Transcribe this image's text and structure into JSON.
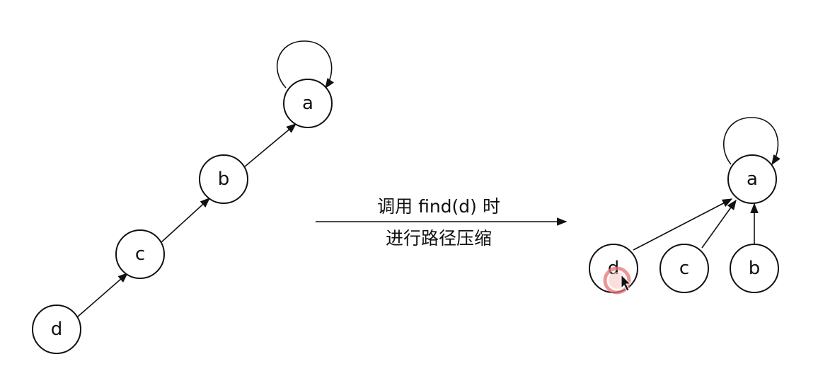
{
  "before": {
    "nodes": [
      {
        "id": "a",
        "label": "a"
      },
      {
        "id": "b",
        "label": "b"
      },
      {
        "id": "c",
        "label": "c"
      },
      {
        "id": "d",
        "label": "d"
      }
    ],
    "edges": [
      {
        "from": "d",
        "to": "c"
      },
      {
        "from": "c",
        "to": "b"
      },
      {
        "from": "b",
        "to": "a"
      },
      {
        "from": "a",
        "to": "a"
      }
    ]
  },
  "after": {
    "nodes": [
      {
        "id": "a",
        "label": "a"
      },
      {
        "id": "d",
        "label": "d"
      },
      {
        "id": "c",
        "label": "c"
      },
      {
        "id": "b",
        "label": "b"
      }
    ],
    "edges": [
      {
        "from": "d",
        "to": "a"
      },
      {
        "from": "c",
        "to": "a"
      },
      {
        "from": "b",
        "to": "a"
      },
      {
        "from": "a",
        "to": "a"
      }
    ]
  },
  "transition": {
    "line1": "调用 find(d) 时",
    "line2": "进行路径压缩"
  },
  "colors": {
    "stroke": "#111111",
    "cursor_highlight": "#e57373"
  }
}
